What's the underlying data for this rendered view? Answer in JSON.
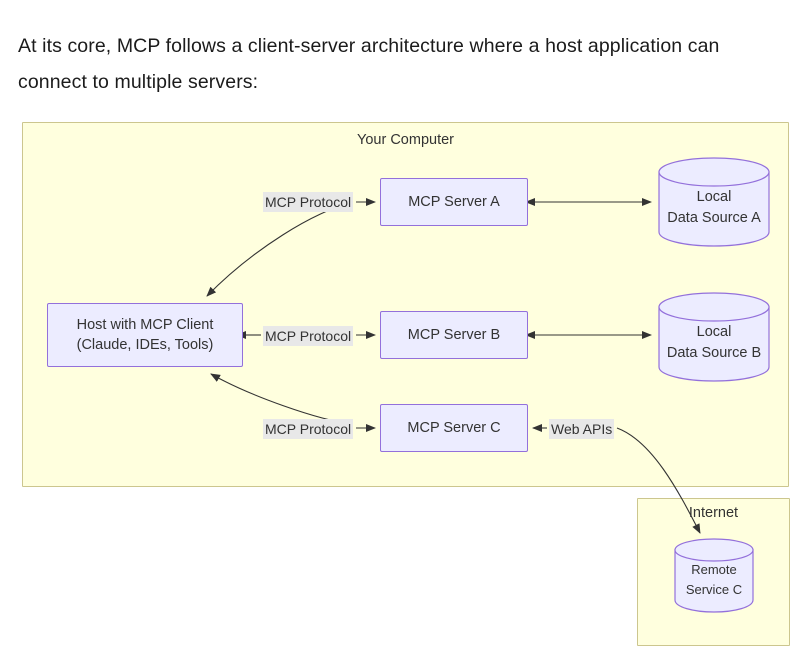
{
  "intro": {
    "text": "At its core, MCP follows a client-server architecture where a host application can connect to multiple servers:"
  },
  "diagram": {
    "type": "architecture-flowchart",
    "clusters": [
      {
        "id": "your-computer",
        "label": "Your Computer"
      },
      {
        "id": "internet",
        "label": "Internet"
      }
    ],
    "nodes": [
      {
        "id": "host",
        "shape": "rect",
        "line1": "Host with MCP Client",
        "line2": "(Claude, IDEs, Tools)"
      },
      {
        "id": "server-a",
        "shape": "rect",
        "line1": "MCP Server A",
        "line2": ""
      },
      {
        "id": "server-b",
        "shape": "rect",
        "line1": "MCP Server B",
        "line2": ""
      },
      {
        "id": "server-c",
        "shape": "rect",
        "line1": "MCP Server C",
        "line2": ""
      },
      {
        "id": "db-a",
        "shape": "cylinder",
        "line1": "Local",
        "line2": "Data Source A"
      },
      {
        "id": "db-b",
        "shape": "cylinder",
        "line1": "Local",
        "line2": "Data Source B"
      },
      {
        "id": "db-c",
        "shape": "cylinder",
        "line1": "Remote",
        "line2": "Service C"
      }
    ],
    "edge_labels": {
      "protocol_a": "MCP Protocol",
      "protocol_b": "MCP Protocol",
      "protocol_c": "MCP Protocol",
      "web_apis": "Web APIs"
    },
    "edges": [
      {
        "from": "host",
        "to": "server-a",
        "label": "MCP Protocol",
        "arrow": "single"
      },
      {
        "from": "host",
        "to": "server-b",
        "label": "MCP Protocol",
        "arrow": "single"
      },
      {
        "from": "host",
        "to": "server-c",
        "label": "MCP Protocol",
        "arrow": "single"
      },
      {
        "from": "server-a",
        "to": "db-a",
        "label": "",
        "arrow": "double"
      },
      {
        "from": "server-b",
        "to": "db-b",
        "label": "",
        "arrow": "double"
      },
      {
        "from": "server-c",
        "to": "db-c",
        "label": "Web APIs",
        "arrow": "single"
      }
    ],
    "colors": {
      "cluster_fill": "#ffffde",
      "cluster_stroke": "#ccc68e",
      "node_fill": "#ececff",
      "node_stroke": "#9370db",
      "edge_stroke": "#333333",
      "label_bg": "#e8e8e8",
      "text": "#333333"
    }
  }
}
